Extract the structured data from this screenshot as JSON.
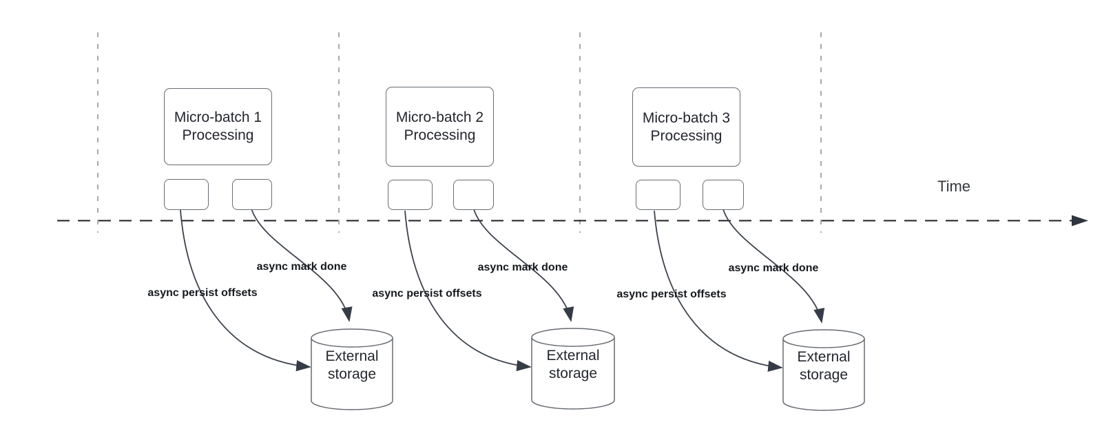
{
  "diagram": {
    "axis": {
      "label": "Time"
    },
    "groups": [
      {
        "title_line1": "Micro-batch 1",
        "title_line2": "Processing",
        "persist_arrow_label": "async persist offsets",
        "done_arrow_label": "async mark done",
        "storage_line1": "External",
        "storage_line2": "storage"
      },
      {
        "title_line1": "Micro-batch 2",
        "title_line2": "Processing",
        "persist_arrow_label": "async persist offsets",
        "done_arrow_label": "async mark done",
        "storage_line1": "External",
        "storage_line2": "storage"
      },
      {
        "title_line1": "Micro-batch 3",
        "title_line2": "Processing",
        "persist_arrow_label": "async persist offsets",
        "done_arrow_label": "async mark done",
        "storage_line1": "External",
        "storage_line2": "storage"
      }
    ],
    "colors": {
      "background": "#ffffff",
      "shape_border": "#666b71",
      "guide_line": "#a8a8ac",
      "axis_line": "#1d1d20",
      "arrow_stroke": "#3c424c",
      "title_text": "#23262d",
      "bold_label_text": "#15181d"
    }
  }
}
